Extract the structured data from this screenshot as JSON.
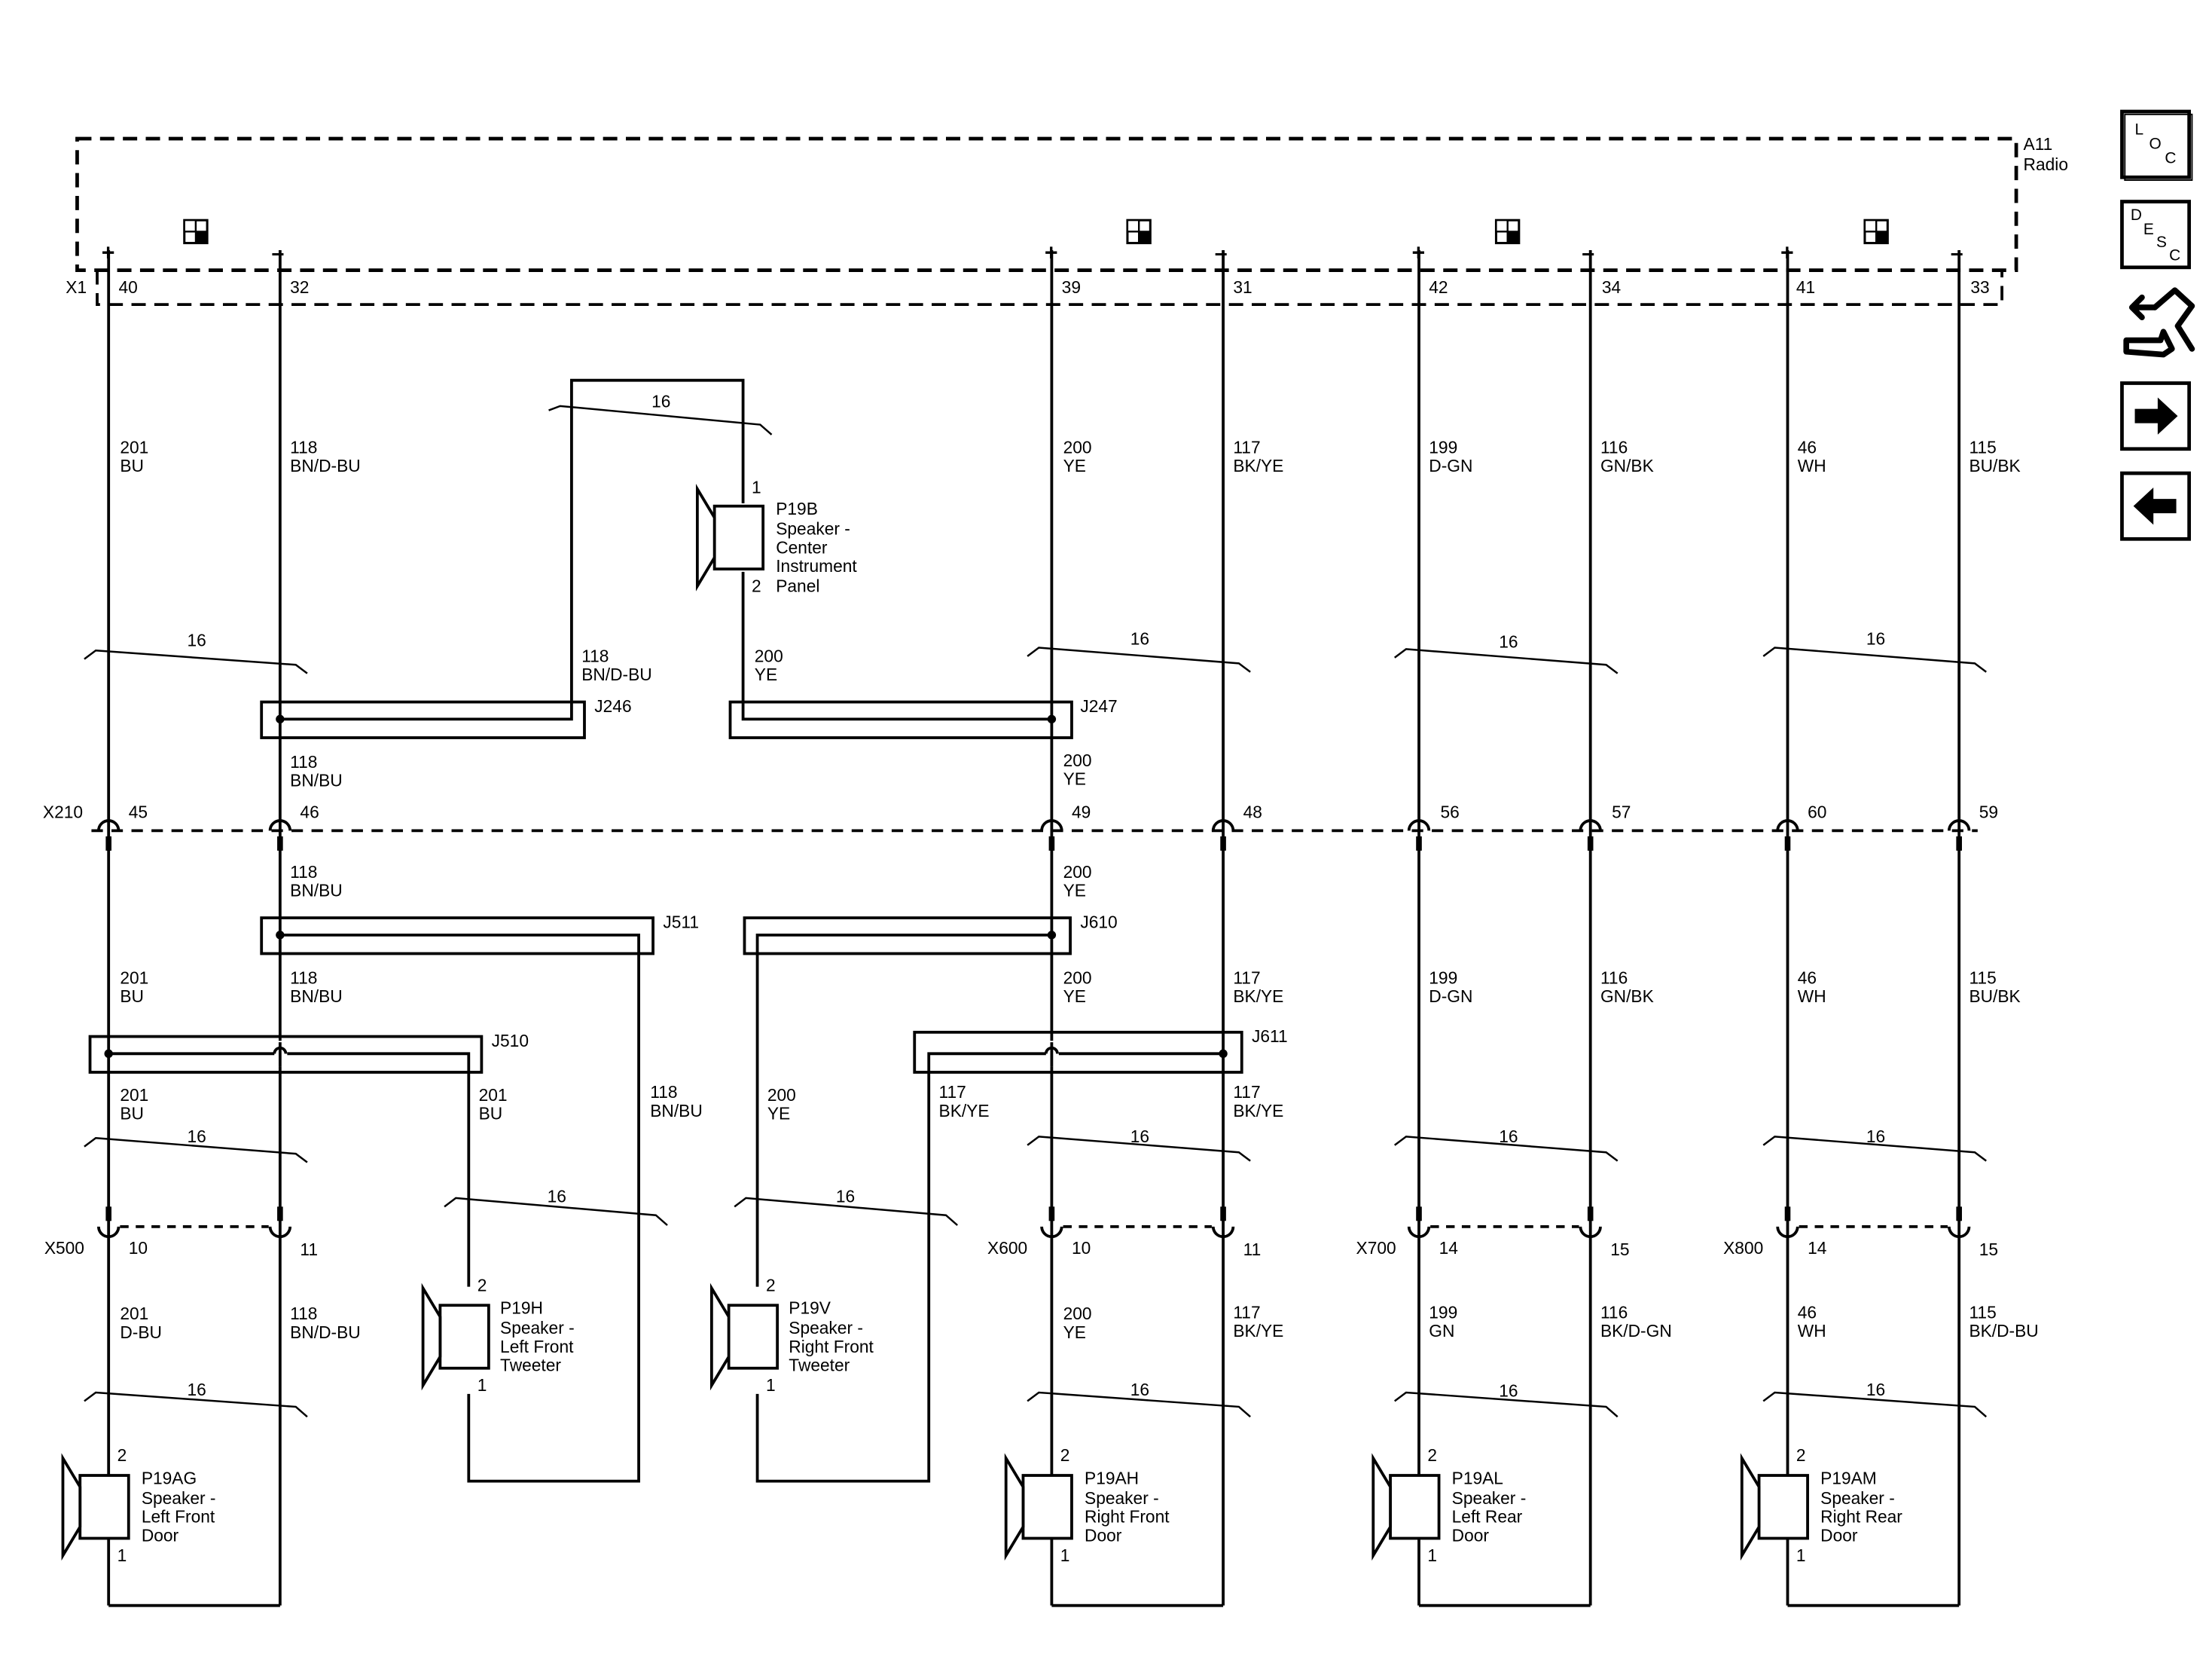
{
  "module": {
    "ref": "A11",
    "name": "Radio",
    "connector": "X1"
  },
  "radio_pins": {
    "p40": "40",
    "p32": "32",
    "p39": "39",
    "p31": "31",
    "p42": "42",
    "p34": "34",
    "p41": "41",
    "p33": "33"
  },
  "polarity": {
    "plus": "+",
    "minus": "–"
  },
  "gauge": "16",
  "wires": {
    "w201_bu": {
      "num": "201",
      "color": "BU"
    },
    "w201_dbu": {
      "num": "201",
      "color": "D-BU"
    },
    "w118_bndbu": {
      "num": "118",
      "color": "BN/D-BU"
    },
    "w118_bnbu": {
      "num": "118",
      "color": "BN/BU"
    },
    "w200_ye": {
      "num": "200",
      "color": "YE"
    },
    "w117_bkye": {
      "num": "117",
      "color": "BK/YE"
    },
    "w199_dgn": {
      "num": "199",
      "color": "D-GN"
    },
    "w199_gn": {
      "num": "199",
      "color": "GN"
    },
    "w116_gnbk": {
      "num": "116",
      "color": "GN/BK"
    },
    "w116_bkdgn": {
      "num": "116",
      "color": "BK/D-GN"
    },
    "w46_wh": {
      "num": "46",
      "color": "WH"
    },
    "w115_bubk": {
      "num": "115",
      "color": "BU/BK"
    },
    "w115_bkdbu": {
      "num": "115",
      "color": "BK/D-BU"
    }
  },
  "splices": {
    "j246": "J246",
    "j247": "J247",
    "j511": "J511",
    "j610": "J610",
    "j510": "J510",
    "j611": "J611"
  },
  "connectors": {
    "x210": {
      "name": "X210",
      "pins": [
        "45",
        "46",
        "49",
        "48",
        "56",
        "57",
        "60",
        "59"
      ]
    },
    "x500": {
      "name": "X500",
      "pins": [
        "10",
        "11"
      ]
    },
    "x600": {
      "name": "X600",
      "pins": [
        "10",
        "11"
      ]
    },
    "x700": {
      "name": "X700",
      "pins": [
        "14",
        "15"
      ]
    },
    "x800": {
      "name": "X800",
      "pins": [
        "14",
        "15"
      ]
    }
  },
  "speakers": {
    "p19b": {
      "ref": "P19B",
      "l1": "Speaker -",
      "l2": "Center",
      "l3": "Instrument",
      "l4": "Panel",
      "pin_a": "1",
      "pin_b": "2"
    },
    "p19h": {
      "ref": "P19H",
      "l1": "Speaker -",
      "l2": "Left Front",
      "l3": "Tweeter",
      "pin_a": "2",
      "pin_b": "1"
    },
    "p19v": {
      "ref": "P19V",
      "l1": "Speaker -",
      "l2": "Right Front",
      "l3": "Tweeter",
      "pin_a": "2",
      "pin_b": "1"
    },
    "p19ag": {
      "ref": "P19AG",
      "l1": "Speaker -",
      "l2": "Left Front",
      "l3": "Door",
      "pin_a": "2",
      "pin_b": "1"
    },
    "p19ah": {
      "ref": "P19AH",
      "l1": "Speaker -",
      "l2": "Right Front",
      "l3": "Door",
      "pin_a": "2",
      "pin_b": "1"
    },
    "p19al": {
      "ref": "P19AL",
      "l1": "Speaker -",
      "l2": "Left Rear",
      "l3": "Door",
      "pin_a": "2",
      "pin_b": "1"
    },
    "p19am": {
      "ref": "P19AM",
      "l1": "Speaker -",
      "l2": "Right Rear",
      "l3": "Door",
      "pin_a": "2",
      "pin_b": "1"
    }
  },
  "nav": {
    "loc": {
      "l1": "L",
      "l2": "O",
      "l3": "C"
    },
    "desc": {
      "l1": "D",
      "l2": "E",
      "l3": "S",
      "l4": "C"
    },
    "icons": [
      "location-icon",
      "description-icon",
      "tools-icon",
      "next-page-icon",
      "previous-page-icon"
    ]
  }
}
